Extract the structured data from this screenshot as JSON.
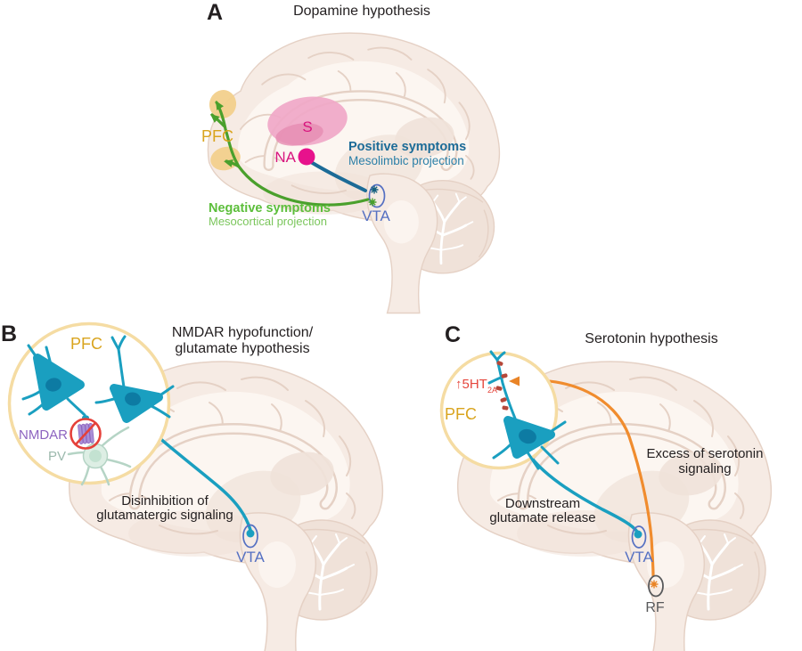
{
  "panels": {
    "a": {
      "letter": "A",
      "title": "Dopamine hypothesis",
      "labels": {
        "pfc": "PFC",
        "striatum": "S",
        "nucleus_accumbens": "NA",
        "vta": "VTA"
      },
      "pathways": {
        "mesolimbic": {
          "line1": "Positive symptoms",
          "line2": "Mesolimbic projection"
        },
        "mesocortical": {
          "line1": "Negative symptoms",
          "line2": "Mesocortical projection"
        }
      }
    },
    "b": {
      "letter": "B",
      "title_line1": "NMDAR hypofunction/",
      "title_line2": "glutamate hypothesis",
      "labels": {
        "pfc": "PFC",
        "nmdar": "NMDAR",
        "pv": "PV",
        "vta": "VTA"
      },
      "caption_line1": "Disinhibition of",
      "caption_line2": "glutamatergic signaling"
    },
    "c": {
      "letter": "C",
      "title": "Serotonin hypothesis",
      "labels": {
        "pfc": "PFC",
        "receptor": "↑5HT",
        "receptor_sub": "2A",
        "vta": "VTA",
        "rf": "RF"
      },
      "caption_right_line1": "Excess of serotonin",
      "caption_right_line2": "signaling",
      "caption_left_line1": "Downstream",
      "caption_left_line2": "glutamate release"
    }
  },
  "colors": {
    "text-dark": "#231f20",
    "gold": "#d9a41e",
    "gold-fill": "#f2d08c",
    "cream": "#f5dca3",
    "green": "#4aa02c",
    "green-text": "#5cbe3b",
    "green-text-light": "#7bc65c",
    "magenta": "#e7128c",
    "magenta-text": "#d8157e",
    "pink": "#f0a6c6",
    "pink-dark": "#e68cb2",
    "blue": "#1c6b97",
    "blue-light": "#2d80a8",
    "vta-blue": "#5570c2",
    "teal": "#1a9fc0",
    "teal-dark": "#0d7ba3",
    "purple": "#8d64c0",
    "purple-bar": "#a98fd6",
    "red": "#e5413a",
    "red2": "#e5463c",
    "orange": "#f08c2e",
    "orange-dark": "#e98427",
    "brick": "#b5483a",
    "gray": "#58595b",
    "pv-fill": "#ddeee4",
    "pv-stroke": "#b5d4c5",
    "pv-nuc": "#c3e2d1",
    "pv-text": "#9cb9ad",
    "brain": "#f6ebe4",
    "brain-line": "#e5d1c5",
    "brain-inner": "#fcf6f1",
    "brain-shade": "#f0e2d9"
  }
}
